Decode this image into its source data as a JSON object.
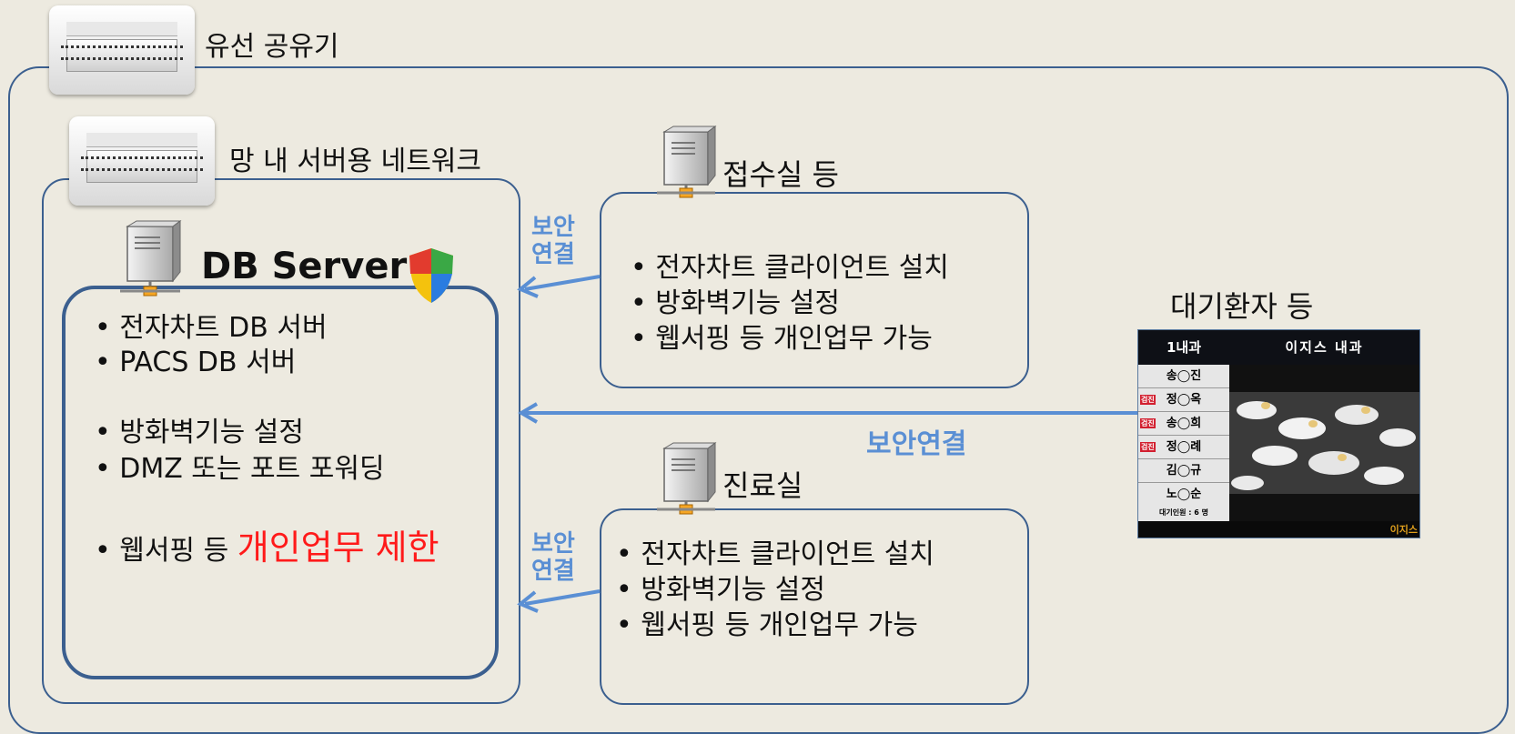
{
  "outer": {
    "label": "유선 공유기"
  },
  "server_network": {
    "label": "망 내 서버용 네트워크"
  },
  "db_server": {
    "title": "DB Server",
    "items": [
      "전자차트 DB 서버",
      "PACS DB 서버"
    ],
    "items2": [
      "방화벽기능 설정",
      "DMZ 또는 포트 포워딩"
    ],
    "item3_prefix": "웹서핑 등 ",
    "item3_highlight": "개인업무 제한",
    "highlight_color": "#ff1a1a"
  },
  "reception": {
    "label": "접수실 등",
    "items": [
      "전자차트 클라이언트 설치",
      "방화벽기능 설정",
      "웹서핑 등 개인업무 가능"
    ]
  },
  "clinic": {
    "label": "진료실",
    "items": [
      "전자차트 클라이언트 설치",
      "방화벽기능 설정",
      "웹서핑 등 개인업무 가능"
    ]
  },
  "waiting": {
    "label": "대기환자 등",
    "screen": {
      "dept": "1내과",
      "title": "이지스 내과",
      "patients": [
        {
          "tag": "",
          "name": "송◯진"
        },
        {
          "tag": "검진",
          "name": "정◯옥"
        },
        {
          "tag": "검진",
          "name": "송◯희"
        },
        {
          "tag": "검진",
          "name": "정◯례"
        },
        {
          "tag": "",
          "name": "김◯규"
        },
        {
          "tag": "",
          "name": "노◯순"
        }
      ],
      "count": "대기인원 : 6 명",
      "footer": "이지스"
    }
  },
  "secure_link_top": "보안\n연결",
  "secure_link_bottom": "보안\n연결",
  "secure_link_mid": "보안연결",
  "colors": {
    "line": "#3b5f8f",
    "arrow": "#5a8fd4",
    "background": "#edeae0"
  }
}
